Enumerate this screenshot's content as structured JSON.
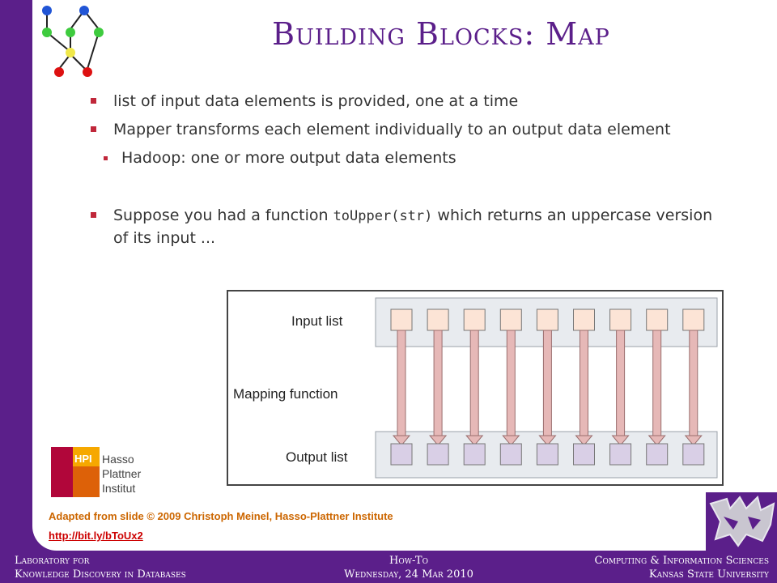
{
  "slide": {
    "title": "Building Blocks: Map",
    "bullets": [
      {
        "text": "list of input data elements is provided, one at a time"
      },
      {
        "text": "Mapper transforms each element individually to an output data element"
      },
      {
        "text": "Hadoop: one or more output data elements"
      },
      {
        "pre": "Suppose you had a function ",
        "code": "toUpper(str)",
        "post": " which returns an uppercase version of its input ..."
      }
    ]
  },
  "diagram": {
    "input_label": "Input list",
    "mapping_label": "Mapping function",
    "output_label": "Output list",
    "element_count": 9
  },
  "logo": {
    "hpi_abbrev": "HPI",
    "name_lines": [
      "Hasso",
      "Plattner",
      "Institut"
    ]
  },
  "credit": {
    "text": "Adapted from slide © 2009 Christoph Meinel, Hasso-Plattner Institute",
    "link": "http://bit.ly/bToUx2"
  },
  "footer": {
    "left_line1": "Laboratory for",
    "left_line2": "Knowledge Discovery in Databases",
    "center_line1": "How-To",
    "center_line2": "Wednesday, 24 Mar 2010",
    "right_line1": "Computing & Information Sciences",
    "right_line2": "Kansas State University"
  },
  "colors": {
    "theme_purple": "#5b1f8a",
    "bullet_red": "#c0273a",
    "credit_orange": "#cc6600",
    "link_red": "#cc0000",
    "input_box": "#fce4d6",
    "output_box": "#d9cfe6",
    "arrow": "#e6b8b7"
  }
}
